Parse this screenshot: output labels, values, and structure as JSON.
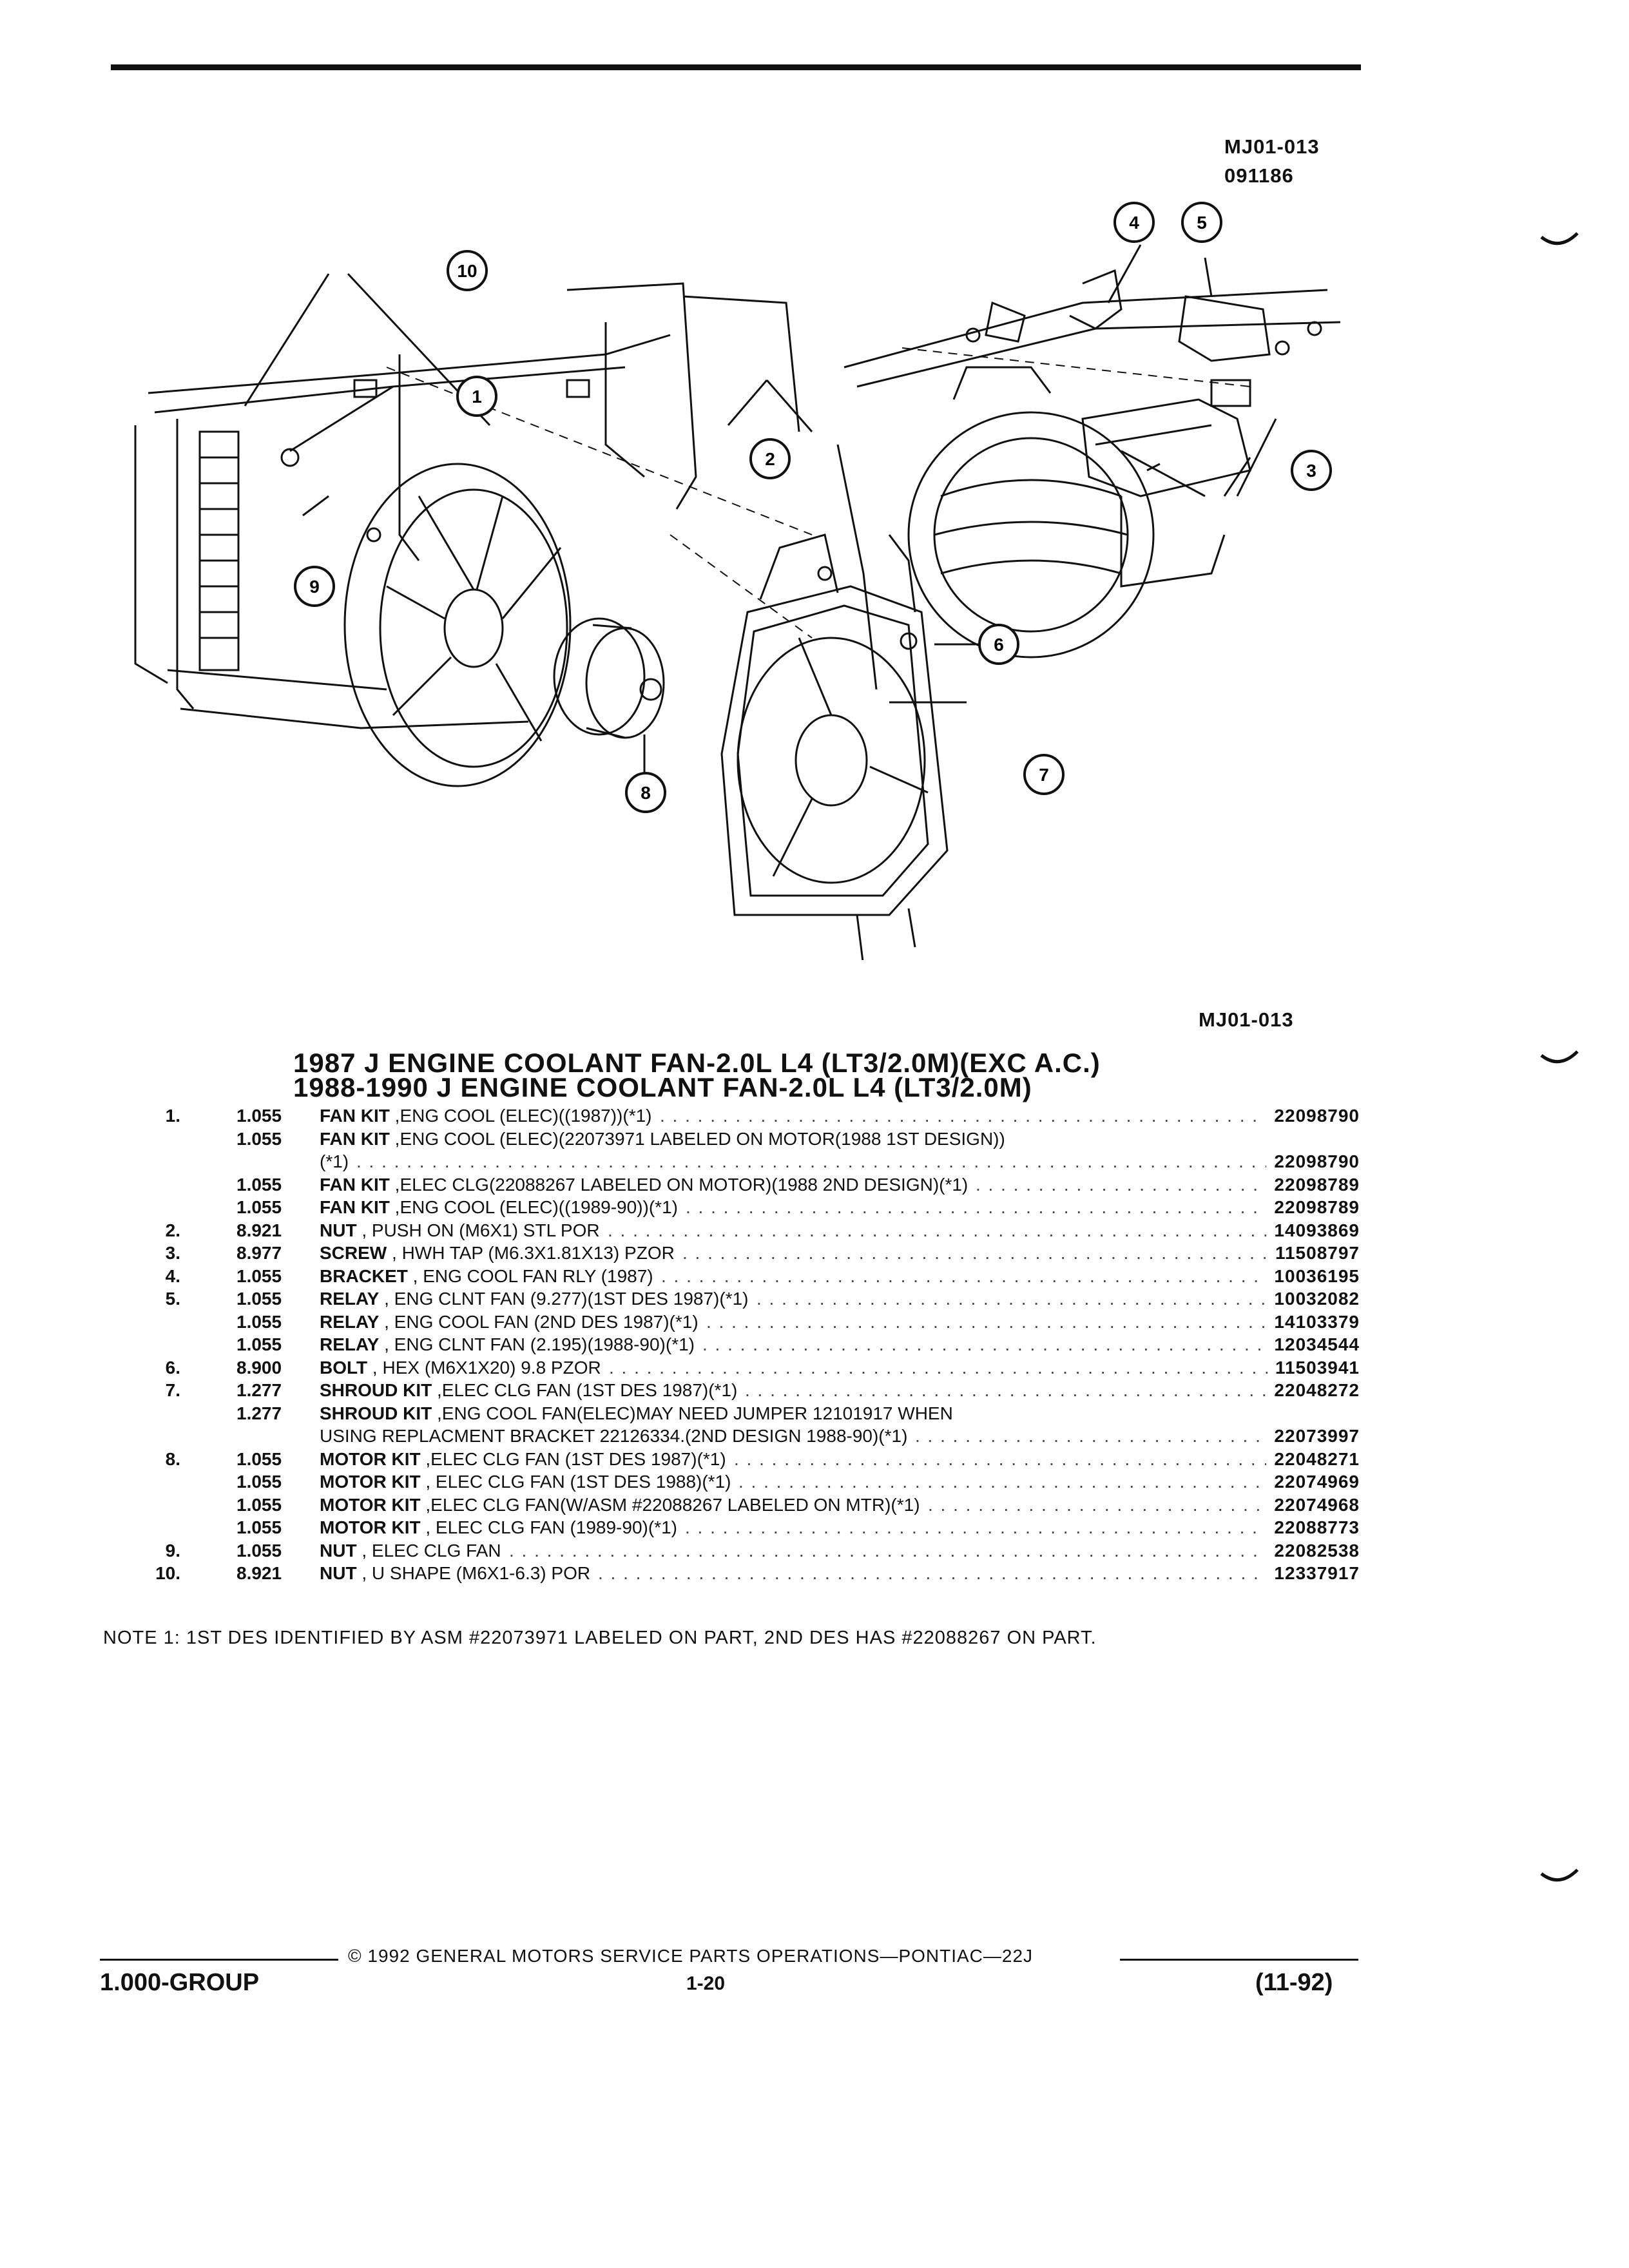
{
  "header": {
    "illustration_id": "MJ01-013",
    "illustration_date": "091186"
  },
  "diagram": {
    "callouts": [
      "1",
      "2",
      "3",
      "4",
      "5",
      "6",
      "7",
      "8",
      "9",
      "10"
    ],
    "bottom_id": "MJ01-013"
  },
  "titles": [
    "1987 J ENGINE COOLANT FAN-2.0L L4 (LT3/2.0M)(EXC A.C.)",
    "1988-1990 J ENGINE COOLANT FAN-2.0L L4 (LT3/2.0M)"
  ],
  "parts": [
    {
      "num": "1.",
      "code": "1.055",
      "name": "FAN KIT",
      "desc": ",ENG COOL (ELEC)((1987))(*1)",
      "pn": "22098790"
    },
    {
      "num": "",
      "code": "1.055",
      "name": "FAN KIT",
      "desc": ",ENG COOL (ELEC)(22073971 LABELED ON MOTOR(1988 1ST DESIGN))",
      "pn": ""
    },
    {
      "num": "",
      "code": "",
      "name": "",
      "desc": "(*1)",
      "pn": "22098790"
    },
    {
      "num": "",
      "code": "1.055",
      "name": "FAN KIT",
      "desc": ",ELEC CLG(22088267 LABELED ON MOTOR)(1988 2ND DESIGN)(*1)",
      "pn": "22098789"
    },
    {
      "num": "",
      "code": "1.055",
      "name": "FAN KIT",
      "desc": ",ENG COOL (ELEC)((1989-90))(*1)",
      "pn": "22098789"
    },
    {
      "num": "2.",
      "code": "8.921",
      "name": "NUT",
      "desc": ", PUSH ON (M6X1) STL POR",
      "pn": "14093869"
    },
    {
      "num": "3.",
      "code": "8.977",
      "name": "SCREW",
      "desc": ", HWH TAP (M6.3X1.81X13) PZOR",
      "pn": "11508797"
    },
    {
      "num": "4.",
      "code": "1.055",
      "name": "BRACKET",
      "desc": ", ENG COOL FAN RLY (1987)",
      "pn": "10036195"
    },
    {
      "num": "5.",
      "code": "1.055",
      "name": "RELAY",
      "desc": ", ENG CLNT FAN (9.277)(1ST DES 1987)(*1)",
      "pn": "10032082"
    },
    {
      "num": "",
      "code": "1.055",
      "name": "RELAY",
      "desc": ", ENG COOL FAN (2ND DES 1987)(*1)",
      "pn": "14103379"
    },
    {
      "num": "",
      "code": "1.055",
      "name": "RELAY",
      "desc": ", ENG CLNT FAN (2.195)(1988-90)(*1)",
      "pn": "12034544"
    },
    {
      "num": "6.",
      "code": "8.900",
      "name": "BOLT",
      "desc": ", HEX (M6X1X20) 9.8 PZOR",
      "pn": "11503941"
    },
    {
      "num": "7.",
      "code": "1.277",
      "name": "SHROUD KIT",
      "desc": ",ELEC CLG FAN (1ST DES 1987)(*1)",
      "pn": "22048272"
    },
    {
      "num": "",
      "code": "1.277",
      "name": "SHROUD KIT",
      "desc": ",ENG COOL FAN(ELEC)MAY NEED JUMPER 12101917 WHEN",
      "pn": ""
    },
    {
      "num": "",
      "code": "",
      "name": "",
      "desc": "USING REPLACMENT BRACKET 22126334.(2ND DESIGN 1988-90)(*1)",
      "pn": "22073997"
    },
    {
      "num": "8.",
      "code": "1.055",
      "name": "MOTOR KIT",
      "desc": ",ELEC CLG FAN (1ST DES 1987)(*1)",
      "pn": "22048271"
    },
    {
      "num": "",
      "code": "1.055",
      "name": "MOTOR KIT",
      "desc": ", ELEC CLG FAN (1ST DES 1988)(*1)",
      "pn": "22074969"
    },
    {
      "num": "",
      "code": "1.055",
      "name": "MOTOR KIT",
      "desc": ",ELEC CLG FAN(W/ASM #22088267 LABELED ON MTR)(*1)",
      "pn": "22074968"
    },
    {
      "num": "",
      "code": "1.055",
      "name": "MOTOR KIT",
      "desc": ", ELEC CLG FAN (1989-90)(*1)",
      "pn": "22088773"
    },
    {
      "num": "9.",
      "code": "1.055",
      "name": "NUT",
      "desc": ", ELEC CLG FAN",
      "pn": "22082538"
    },
    {
      "num": "10.",
      "code": "8.921",
      "name": "NUT",
      "desc": ", U SHAPE (M6X1-6.3) POR",
      "pn": "12337917"
    }
  ],
  "note": "NOTE  1:  1ST DES IDENTIFIED BY ASM #22073971 LABELED ON PART, 2ND DES HAS #22088267 ON PART.",
  "footer": {
    "copyright": "© 1992 GENERAL MOTORS SERVICE PARTS OPERATIONS—PONTIAC—22J",
    "group": "1.000-GROUP",
    "page": "1-20",
    "date": "(11-92)"
  }
}
